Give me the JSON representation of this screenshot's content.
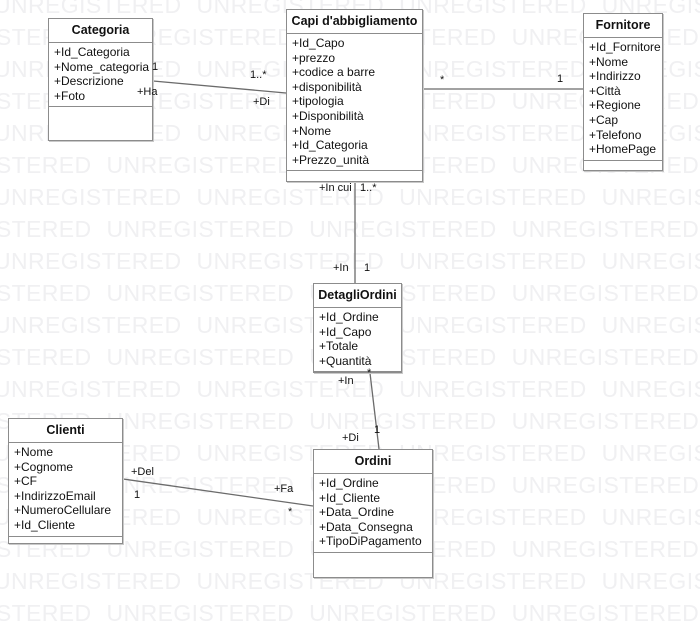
{
  "diagram": {
    "type": "uml-class-diagram",
    "watermark_text": "UNREGISTERED",
    "classes": [
      {
        "id": "categoria",
        "name": "Categoria",
        "attributes": [
          "+Id_Categoria",
          "+Nome_categoria",
          "+Descrizione",
          "+Foto"
        ],
        "operations": []
      },
      {
        "id": "capi",
        "name": "Capi d'abbigliamento",
        "attributes": [
          "+Id_Capo",
          "+prezzo",
          "+codice a barre",
          "+disponibilità",
          "+tipologia",
          "+Disponibilità",
          "+Nome",
          "+Id_Categoria",
          "+Prezzo_unità"
        ],
        "operations": []
      },
      {
        "id": "fornitore",
        "name": "Fornitore",
        "attributes": [
          "+Id_Fornitore",
          "+Nome",
          "+Indirizzo",
          "+Città",
          "+Regione",
          "+Cap",
          "+Telefono",
          "+HomePage"
        ],
        "operations": []
      },
      {
        "id": "dettagliordini",
        "name": "DetagliOrdini",
        "attributes": [
          "+Id_Ordine",
          "+Id_Capo",
          "+Totale",
          "+Quantità"
        ],
        "operations": []
      },
      {
        "id": "clienti",
        "name": "Clienti",
        "attributes": [
          "+Nome",
          "+Cognome",
          "+CF",
          "+IndirizzoEmail",
          "+NumeroCellulare",
          "+Id_Cliente"
        ],
        "operations": []
      },
      {
        "id": "ordini",
        "name": "Ordini",
        "attributes": [
          "+Id_Ordine",
          "+Id_Cliente",
          "+Data_Ordine",
          "+Data_Consegna",
          "+TipoDiPagamento"
        ],
        "operations": []
      }
    ],
    "associations": [
      {
        "id": "categoria-capi",
        "from": "categoria",
        "to": "capi",
        "source_role": "+Ha",
        "source_multiplicity": "1",
        "target_role": "+Di",
        "target_multiplicity": "1..*"
      },
      {
        "id": "capi-fornitore",
        "from": "capi",
        "to": "fornitore",
        "source_role": "",
        "source_multiplicity": "*",
        "target_role": "",
        "target_multiplicity": "1"
      },
      {
        "id": "capi-dettagliordini",
        "from": "capi",
        "to": "dettagliordini",
        "source_role": "+In cui",
        "source_multiplicity": "1..*",
        "target_role": "+In",
        "target_multiplicity": "1"
      },
      {
        "id": "dettagliordini-ordini",
        "from": "dettagliordini",
        "to": "ordini",
        "source_role": "+In",
        "source_multiplicity": "*",
        "target_role": "+Di",
        "target_multiplicity": "1"
      },
      {
        "id": "clienti-ordini",
        "from": "clienti",
        "to": "ordini",
        "source_role": "+Del",
        "source_multiplicity": "1",
        "target_role": "+Fa",
        "target_multiplicity": "*"
      }
    ]
  }
}
